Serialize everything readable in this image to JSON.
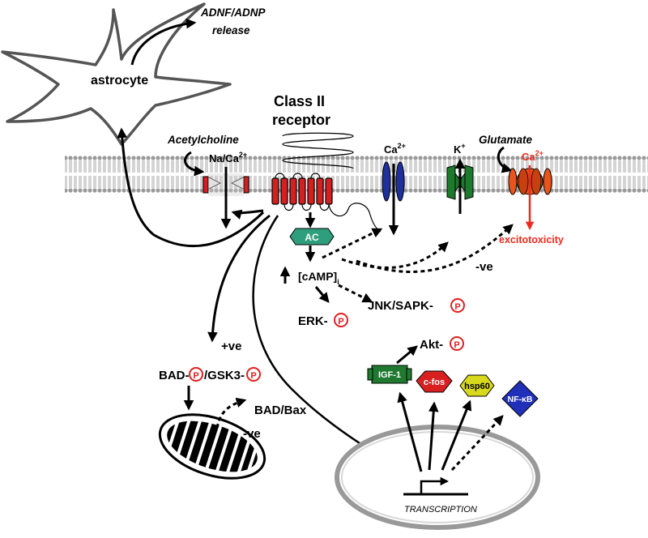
{
  "labels": {
    "astrocyte": "astrocyte",
    "adnf_line1": "ADNF/ADNP",
    "adnf_line2": "release",
    "class_line1": "Class II",
    "class_line2": "receptor",
    "acetylcholine": "Acetylcholine",
    "na_ca": "Na/Ca",
    "ca": "Ca",
    "k": "K",
    "glutamate": "Glutamate",
    "ca_red": "Ca",
    "sup_2plus": "2+",
    "sup_plus": "+",
    "excitotoxicity": "excitotoxicity",
    "neg_ve_top": "-ve",
    "ac": "AC",
    "camp": "[cAMP]",
    "camp_sub": "i",
    "erk": "ERK-",
    "jnk": "JNK/SAPK-",
    "akt": "Akt-",
    "pos_ve": "+ve",
    "bad": "BAD-",
    "gsk3": "/GSK3-",
    "bad_bax": "BAD/Bax",
    "neg_ve_bottom": "-ve",
    "igf1": "IGF-1",
    "cfos": "c-fos",
    "hsp60": "hsp60",
    "nfkb": "NF-κB",
    "transcription": "TRANSCRIPTION",
    "p": "P"
  },
  "colors": {
    "membrane": "#b8b8b8",
    "channel_red": "#d42020",
    "channel_blue": "#1f2f9c",
    "channel_green": "#1d7a2c",
    "channel_orange": "#e8541a",
    "excitotoxicity": "#ee2a1e",
    "ac_fill": "#2e9e7c",
    "igf_fill": "#1f7a30",
    "cfos_fill": "#d82020",
    "hsp_fill": "#d8d81c",
    "nfkb_fill": "#2030b8",
    "phospho": "#e02020"
  },
  "icons": [
    "astrocyte-cell",
    "class-ii-receptor",
    "ion-channel",
    "mitochondrion",
    "nucleus",
    "phosphate-badge"
  ]
}
